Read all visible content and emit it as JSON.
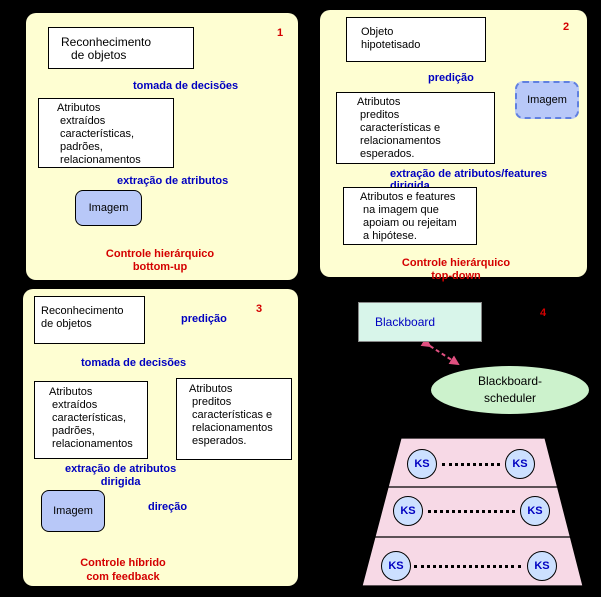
{
  "panel1": {
    "number": "1",
    "recognition": "Reconhecimento\n   de objetos",
    "decision_label": "tomada de decisões",
    "attributes": "Atributos\n extraídos\n características,\n padrões,\n relacionamentos",
    "extraction_label": "extração de atributos",
    "image": "Imagem",
    "caption": "Controle hierárquico\nbottom-up"
  },
  "panel2": {
    "number": "2",
    "hypothesis": "Objeto\nhipotetisado",
    "prediction_label": "predição",
    "attributes": "Atributos\n preditos\n características e\n relacionamentos\n esperados.",
    "image": "Imagem",
    "extraction_label": "extração de atributos/features\ndirigida",
    "features": "Atributos e features\n na imagem que\n apoiam ou rejeitam\n a hipótese.",
    "caption": "Controle hierárquico\ntop-down"
  },
  "panel3": {
    "number": "3",
    "recognition": "Reconhecimento\nde objetos",
    "prediction_label": "predição",
    "decision_label": "tomada de decisões",
    "attributes_extracted": "Atributos\n extraídos\n características,\n padrões,\n relacionamentos",
    "attributes_predicted": "Atributos\n preditos\n características e\n relacionamentos\n esperados.",
    "extraction_label": "extração de atributos\ndirigida",
    "direction_label": "direção",
    "image": "Imagem",
    "caption": "Controle híbrido\ncom feedback"
  },
  "panel4": {
    "number": "4",
    "blackboard": "Blackboard",
    "scheduler": "Blackboard-\nscheduler",
    "ks_rows": [
      {
        "left": "KS",
        "right": "KS"
      },
      {
        "left": "KS",
        "right": "KS"
      },
      {
        "left": "KS",
        "right": "KS"
      }
    ]
  },
  "colors": {
    "panel_bg": "#fefed2",
    "blue_text": "#0000c0",
    "red_text": "#d40000",
    "image_fill": "#b8c8f8",
    "blackboard_fill": "#d8f5ea",
    "scheduler_fill": "#ccf2cc",
    "band_fill": "#f7d9e6",
    "ks_fill": "#cce0ff"
  }
}
